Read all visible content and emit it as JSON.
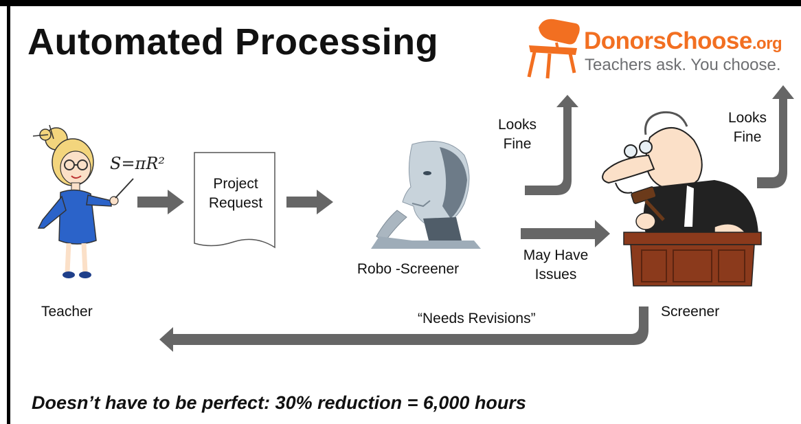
{
  "title": "Automated Processing",
  "brand": {
    "name": "DonorsChoose",
    "suffix": ".org",
    "tagline": "Teachers ask. You choose."
  },
  "nodes": {
    "teacher": "Teacher",
    "project_request": "Project\nRequest",
    "robo_screener": "Robo -Screener",
    "screener": "Screener"
  },
  "formula": "S=πR²",
  "edges": {
    "robo_looks_fine": "Looks\nFine",
    "screener_looks_fine": "Looks\nFine",
    "may_have_issues": "May Have\nIssues",
    "needs_revisions": "“Needs Revisions”"
  },
  "footer": "Doesn’t have to be perfect:  30% reduction = 6,000 hours",
  "colors": {
    "arrow": "#666666",
    "brand": "#f26f21",
    "tagline": "#6d6e71",
    "teacher_dress": "#2b63c9",
    "teacher_hair": "#f3d57d",
    "bench": "#8b3a1c"
  },
  "icons": [
    "chair-logo-icon",
    "teacher-illustration",
    "document-icon",
    "robot-illustration",
    "judge-illustration"
  ]
}
